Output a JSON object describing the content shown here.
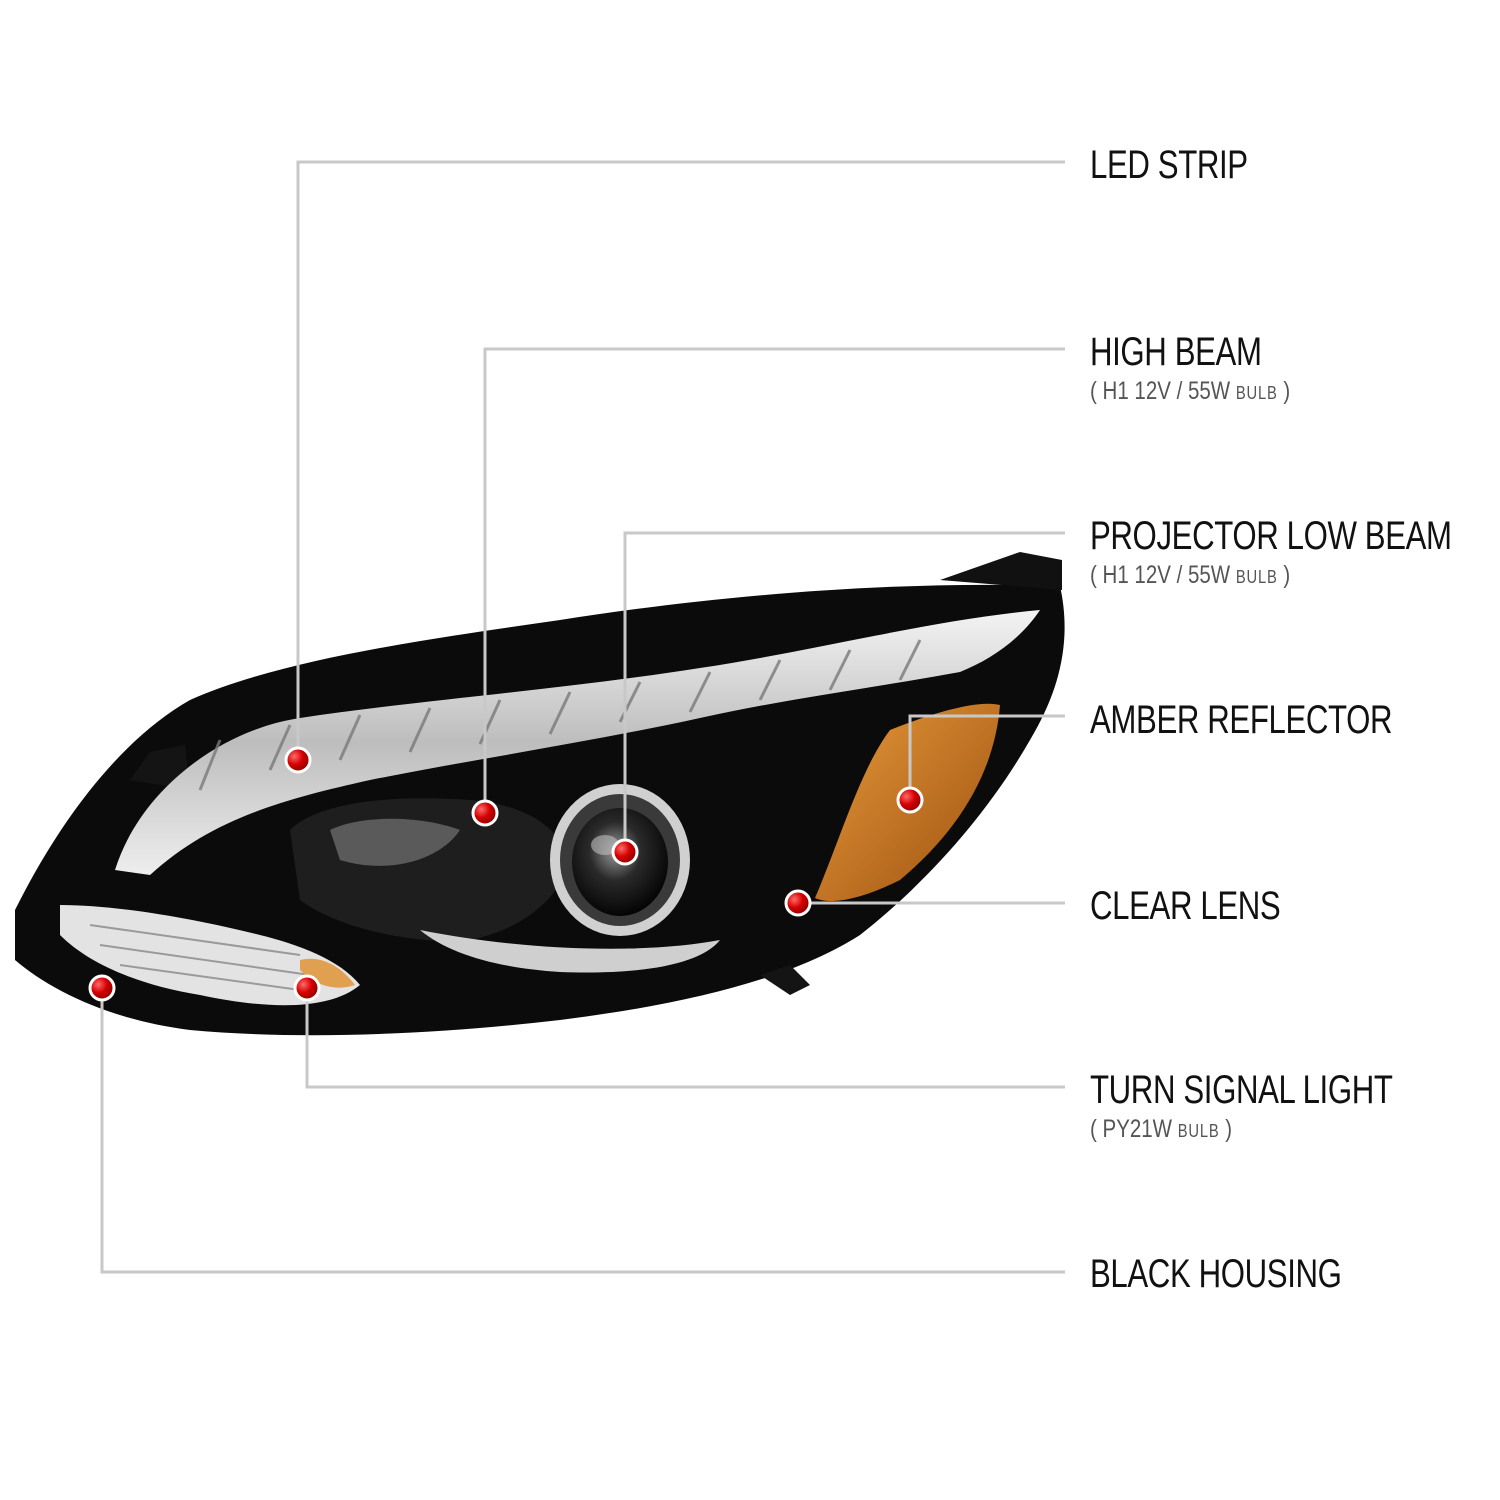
{
  "callouts": [
    {
      "id": "led-strip",
      "title": "LED STRIP",
      "spec": null
    },
    {
      "id": "high-beam",
      "title": "HIGH BEAM",
      "spec": {
        "open": "(",
        "main": "H1  12V / 55W",
        "unit": "BULB",
        "close": ")"
      }
    },
    {
      "id": "projector-low-beam",
      "title": "PROJECTOR LOW BEAM",
      "spec": {
        "open": "(",
        "main": "H1  12V / 55W",
        "unit": "BULB",
        "close": ")"
      }
    },
    {
      "id": "amber-reflector",
      "title": "AMBER REFLECTOR",
      "spec": null
    },
    {
      "id": "clear-lens",
      "title": "CLEAR LENS",
      "spec": null
    },
    {
      "id": "turn-signal-light",
      "title": "TURN SIGNAL LIGHT",
      "spec": {
        "open": "(",
        "main": "PY21W",
        "unit": "BULB",
        "close": ")"
      }
    },
    {
      "id": "black-housing",
      "title": "BLACK HOUSING",
      "spec": null
    }
  ],
  "colors": {
    "leader_line": "#c8c8c8",
    "marker_dot": "#d40000",
    "housing": "#0b0b0b",
    "amber": "#c8781a",
    "chrome": "#d8d8d8"
  }
}
